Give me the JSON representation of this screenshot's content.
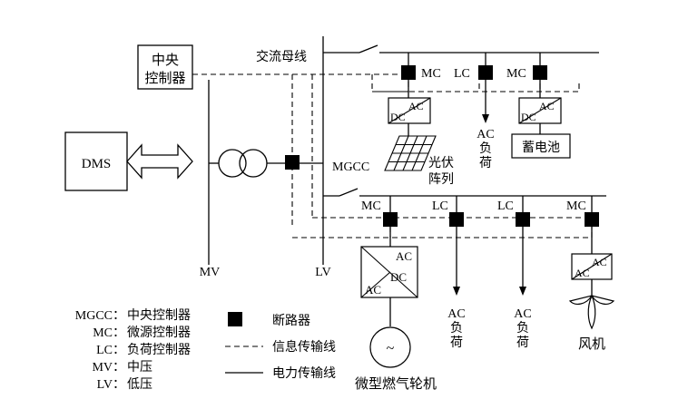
{
  "colors": {
    "line": "#000000",
    "breaker": "#000000",
    "background": "#ffffff"
  },
  "labels": {
    "ac_bus": "交流母线",
    "central_1": "中央",
    "central_2": "控制器",
    "dms": "DMS",
    "mgcc": "MGCC",
    "mv": "MV",
    "lv": "LV",
    "mc": "MC",
    "lc": "LC",
    "ac": "AC",
    "dc": "DC",
    "load_1": "负",
    "load_2": "荷",
    "battery": "蓄电池",
    "pv_1": "光伏",
    "pv_2": "阵列",
    "microturbine": "微型燃气轮机",
    "wind": "风机",
    "tilde": "~"
  },
  "legend": {
    "abbr": [
      {
        "key": "MGCC：",
        "value": "中央控制器"
      },
      {
        "key": "MC：",
        "value": "微源控制器"
      },
      {
        "key": "LC：",
        "value": "负荷控制器"
      },
      {
        "key": "MV：",
        "value": "中压"
      },
      {
        "key": "LV：",
        "value": "低压"
      }
    ],
    "breaker": "断路器",
    "info_line": "信息传输线",
    "power_line": "电力传输线"
  }
}
